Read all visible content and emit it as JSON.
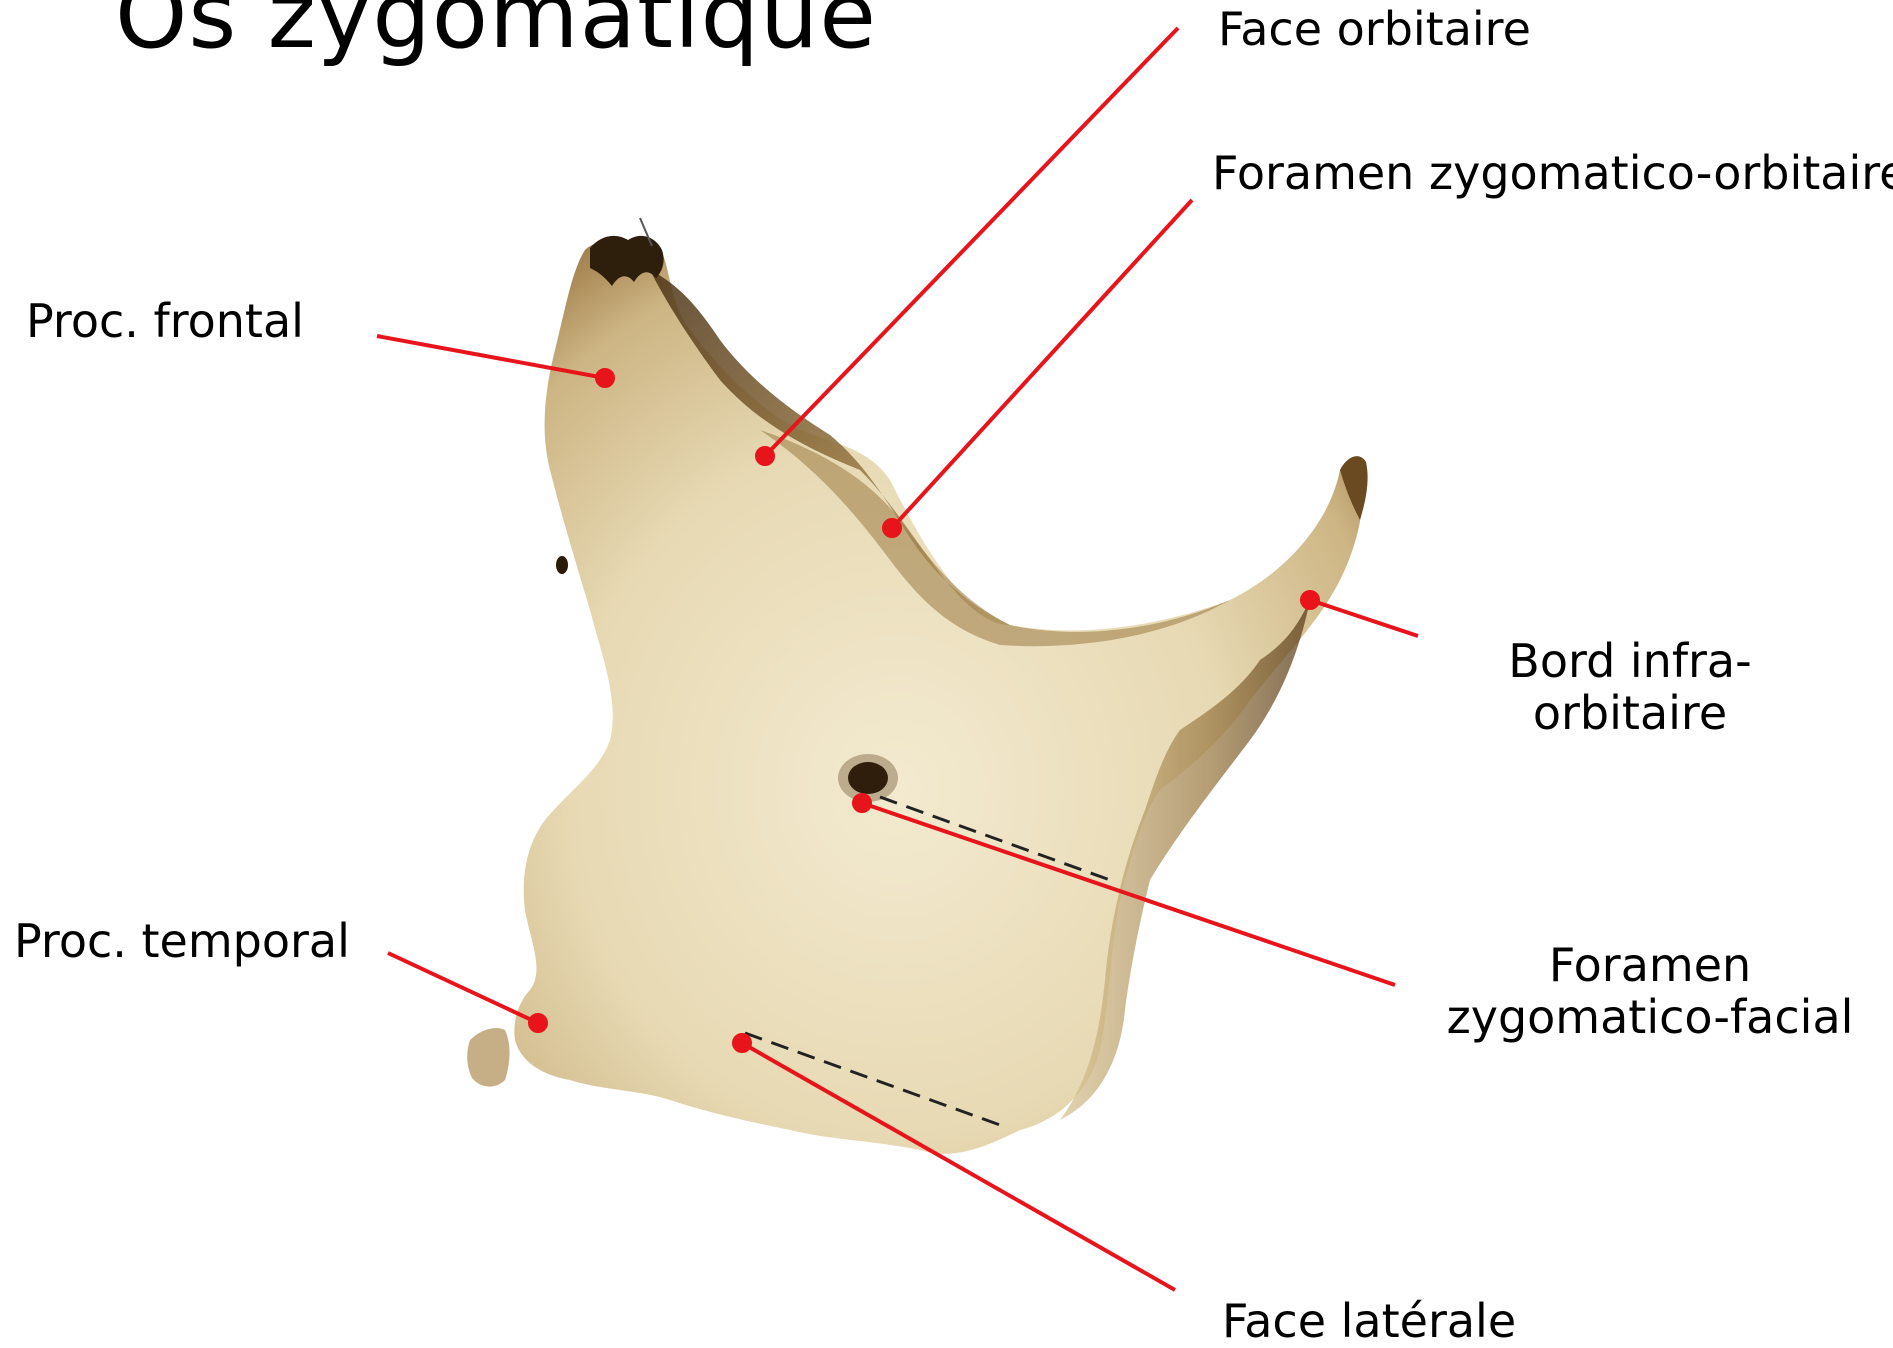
{
  "title": "Os zygomatique",
  "labels": {
    "face_orbitaire": "Face orbitaire",
    "foramen_zygomatico_orbitaire": "Foramen zygomatico-orbitaire",
    "proc_frontal": "Proc. frontal",
    "bord_infra_orbitaire_1": "Bord infra-",
    "bord_infra_orbitaire_2": "orbitaire",
    "proc_temporal": "Proc. temporal",
    "foramen_zygomatico_facial_1": "Foramen",
    "foramen_zygomatico_facial_2": "zygomatico-facial",
    "face_laterale": "Face latérale"
  },
  "colors": {
    "leader_line": "#e8141b",
    "bone_light": "#ece1c0",
    "bone_mid": "#d2bc8a",
    "bone_dark": "#7a5a2e",
    "bone_shadow": "#3a2812"
  }
}
